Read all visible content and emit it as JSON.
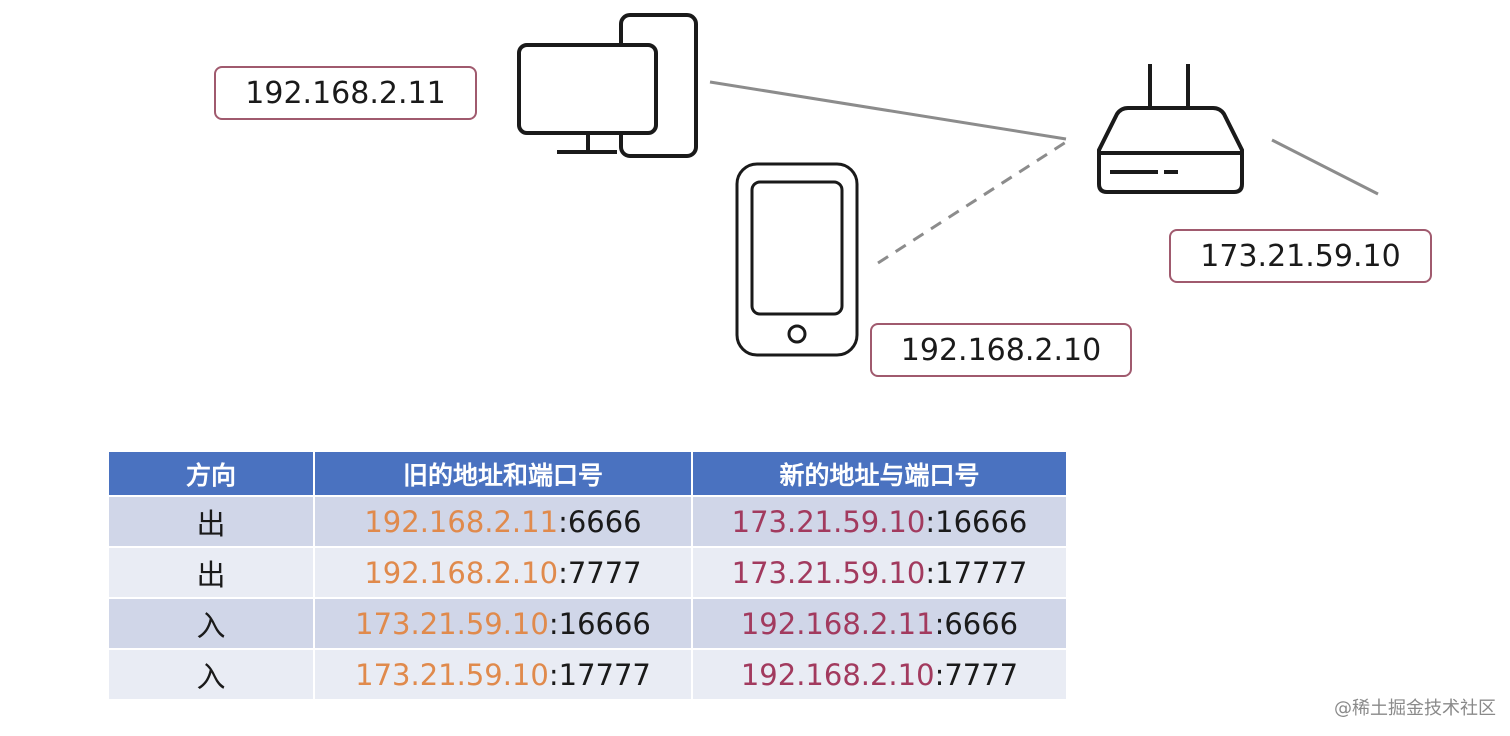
{
  "labels": {
    "pc_ip": "192.168.2.11",
    "router_ip": "173.21.59.10",
    "phone_ip": "192.168.2.10"
  },
  "icons": {
    "pc": "desktop-computer-icon",
    "phone": "smartphone-icon",
    "router": "router-icon"
  },
  "table": {
    "headers": [
      "方向",
      "旧的地址和端口号",
      "新的地址与端口号"
    ],
    "rows": [
      {
        "direction": "出",
        "old_ip": "192.168.2.11",
        "old_port": ":6666",
        "new_ip": "173.21.59.10",
        "new_port": ":16666"
      },
      {
        "direction": "出",
        "old_ip": "192.168.2.10",
        "old_port": ":7777",
        "new_ip": "173.21.59.10",
        "new_port": ":17777"
      },
      {
        "direction": "入",
        "old_ip": "173.21.59.10",
        "old_port": ":16666",
        "new_ip": "192.168.2.11",
        "new_port": ":6666"
      },
      {
        "direction": "入",
        "old_ip": "173.21.59.10",
        "old_port": ":17777",
        "new_ip": "192.168.2.10",
        "new_port": ":7777"
      }
    ]
  },
  "colors": {
    "header_bg": "#4a72c0",
    "old_ip": "#e08a4c",
    "new_ip": "#a23a5e",
    "label_border": "#a05a6e"
  },
  "watermark": "@稀土掘金技术社区"
}
